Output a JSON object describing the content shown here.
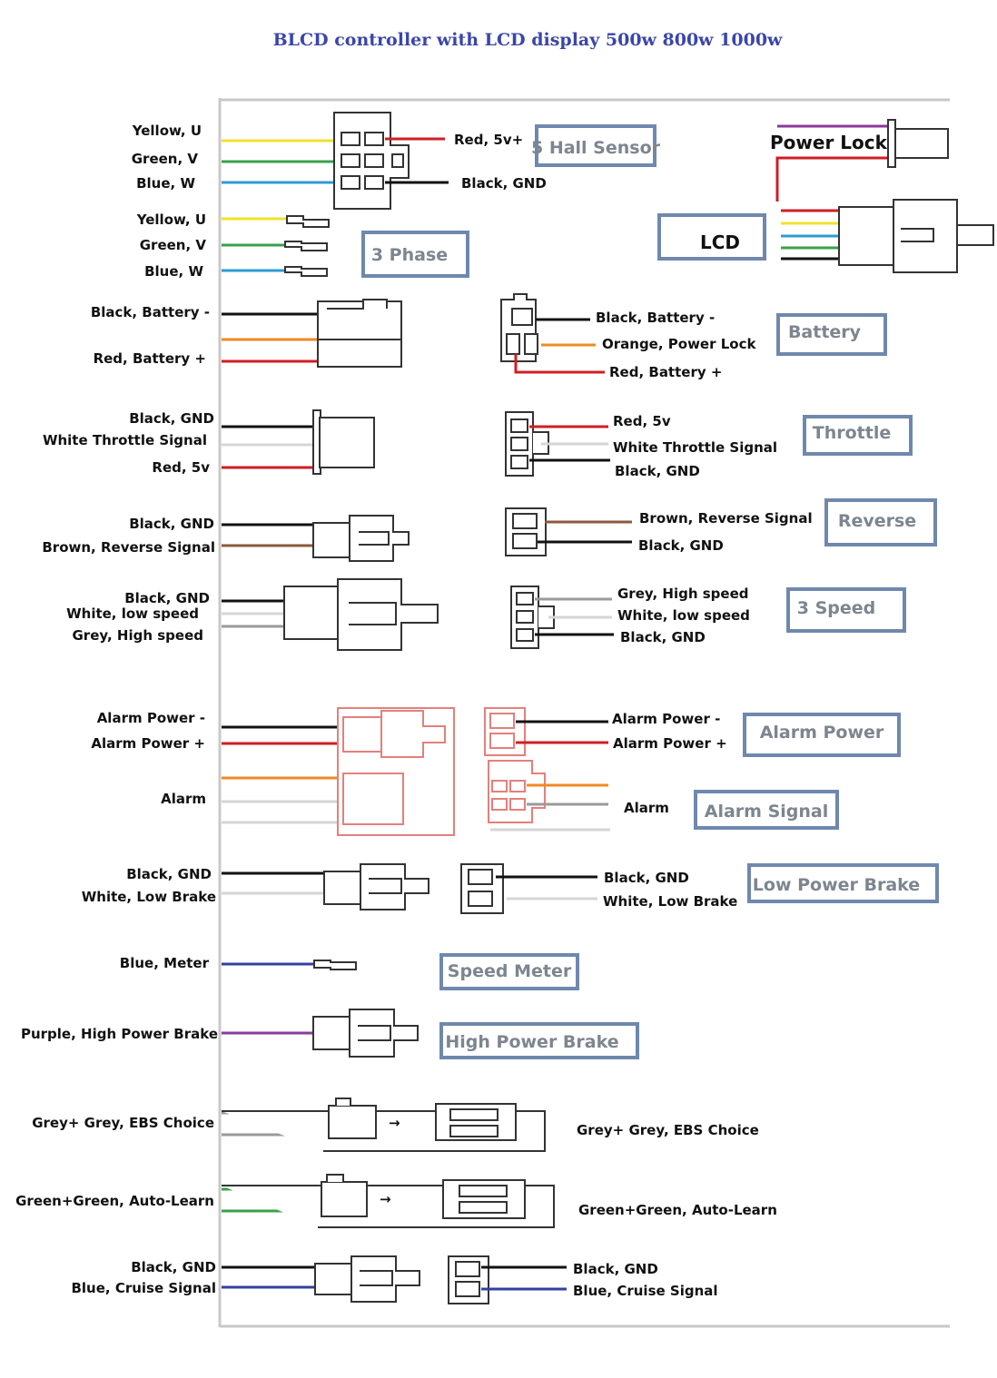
{
  "title": "BLCD controller with LCD display 500w 800w 1000w",
  "colors": {
    "yellow": "#f2e12c",
    "green": "#3aa04a",
    "blue": "#2c9bd3",
    "red": "#d01e24",
    "black": "#111111",
    "orange": "#f08a24",
    "grey": "#9a9a9a",
    "white": "#d6d6d6",
    "brown": "#8b5a3c",
    "purple": "#8a3a9a",
    "navy": "#3440a0",
    "box_border": "#6f88ad",
    "box_text": "#7d8590",
    "title_color": "#3b46a8"
  },
  "boxes": {
    "hall": "5 Hall Sensor",
    "phase": "3 Phase",
    "lcd": "LCD",
    "power_lock": "Power Lock",
    "battery": "Battery",
    "throttle": "Throttle",
    "reverse": "Reverse",
    "speed3": "3 Speed",
    "alarm_power": "Alarm Power",
    "alarm_signal": "Alarm Signal",
    "low_brake": "Low Power Brake",
    "speed_meter": "Speed Meter",
    "high_brake": "High Power Brake"
  },
  "labels": {
    "hall_left": [
      "Yellow, U",
      "Green, V",
      "Blue, W"
    ],
    "hall_right": [
      "Red, 5v+",
      "Black, GND"
    ],
    "phase_left": [
      "Yellow, U",
      "Green, V",
      "Blue, W"
    ],
    "battery_left": [
      "Black, Battery -",
      "Red, Battery +"
    ],
    "battery_right": [
      "Black, Battery -",
      "Orange, Power Lock",
      "Red, Battery +"
    ],
    "throttle_left": [
      "Black, GND",
      "White Throttle Signal",
      "Red,    5v"
    ],
    "throttle_right": [
      "Red,    5v",
      "White Throttle Signal",
      "Black, GND"
    ],
    "reverse_left": [
      "Black, GND",
      "Brown, Reverse Signal"
    ],
    "reverse_right": [
      "Brown, Reverse Signal",
      "Black, GND"
    ],
    "speed_left": [
      "Black, GND",
      "White, low speed",
      "Grey, High speed"
    ],
    "speed_right": [
      "Grey, High speed",
      "White, low speed",
      "Black, GND"
    ],
    "alarm_left": [
      "Alarm Power -",
      "Alarm Power +",
      "Alarm"
    ],
    "alarm_right": [
      "Alarm Power -",
      "Alarm Power +",
      "Alarm"
    ],
    "low_brake_left": [
      "Black, GND",
      "White, Low Brake"
    ],
    "low_brake_right": [
      "Black, GND",
      "White, Low Brake"
    ],
    "meter_left": "Blue, Meter",
    "high_brake_left": "Purple, High Power Brake",
    "ebs_left": "Grey+ Grey,  EBS Choice",
    "ebs_right": "Grey+ Grey,  EBS Choice",
    "learn_left": "Green+Green, Auto-Learn",
    "learn_right": "Green+Green, Auto-Learn",
    "cruise_left": [
      "Black, GND",
      "Blue, Cruise Signal"
    ],
    "cruise_right": [
      "Black, GND",
      "Blue, Cruise Signal"
    ]
  }
}
